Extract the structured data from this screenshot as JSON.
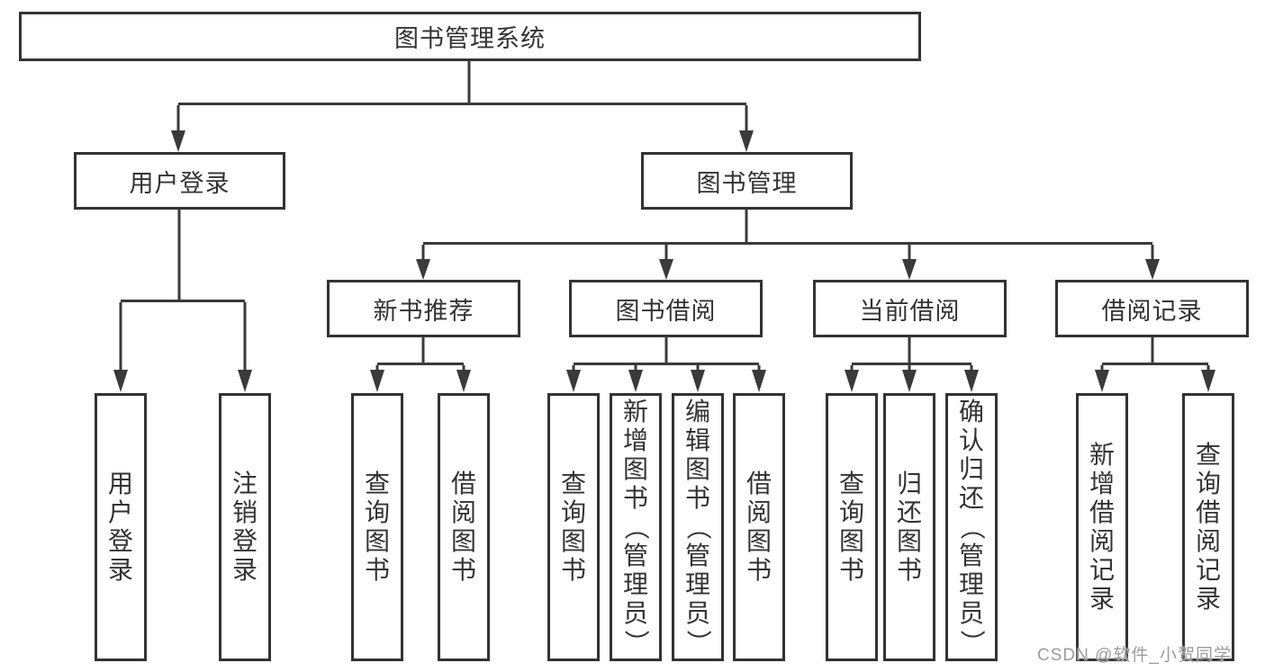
{
  "diagram": {
    "root_label": "图书管理系统",
    "level2": {
      "user_login": {
        "label": "用户登录",
        "children": [
          "用户登录",
          "注销登录"
        ]
      },
      "book_mgmt": {
        "label": "图书管理"
      }
    },
    "level3": {
      "new_books": {
        "label": "新书推荐",
        "children": [
          "查询图书",
          "借阅图书"
        ]
      },
      "borrowing": {
        "label": "图书借阅",
        "children": [
          "查询图书",
          "新增图书（管理员）",
          "编辑图书（管理员）",
          "借阅图书"
        ]
      },
      "current": {
        "label": "当前借阅",
        "children": [
          "查询图书",
          "归还图书",
          "确认归还（管理员）"
        ]
      },
      "records": {
        "label": "借阅记录",
        "children": [
          "新增借阅记录",
          "查询借阅记录"
        ]
      }
    },
    "watermark": "CSDN @软件_小贺同学",
    "colors": {
      "line": "#3a3a3a",
      "border": "#333333",
      "text": "#333333",
      "watermark": "#9c9c9c",
      "background": "#ffffff"
    }
  }
}
